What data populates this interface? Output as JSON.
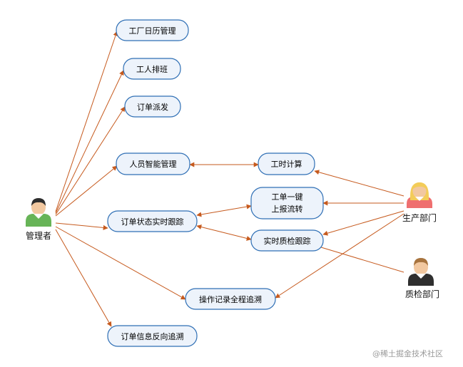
{
  "colors": {
    "edge": "#c65a1e",
    "node_fill": "#edf3fb",
    "node_stroke": "#2f6fb5",
    "watermark": "#9a9a9a"
  },
  "actors": {
    "manager": {
      "label": "管理者",
      "icon": "manager-person-icon"
    },
    "production": {
      "label": "生产部门",
      "icon": "production-person-icon"
    },
    "quality": {
      "label": "质检部门",
      "icon": "quality-person-icon"
    }
  },
  "nodes": {
    "factory_calendar": {
      "label": "工厂日历管理"
    },
    "worker_schedule": {
      "label": "工人排班"
    },
    "order_dispatch": {
      "label": "订单派发"
    },
    "personnel_mgmt": {
      "label": "人员智能管理"
    },
    "work_hours": {
      "label": "工时计算"
    },
    "one_click_line1": {
      "label": "工单一键"
    },
    "one_click_line2": {
      "label": "上报流转"
    },
    "order_tracking": {
      "label": "订单状态实时跟踪"
    },
    "quality_tracking": {
      "label": "实时质检跟踪"
    },
    "operation_trace": {
      "label": "操作记录全程追溯"
    },
    "order_reverse_trace": {
      "label": "订单信息反向追溯"
    }
  },
  "watermark": "@稀土掘金技术社区"
}
